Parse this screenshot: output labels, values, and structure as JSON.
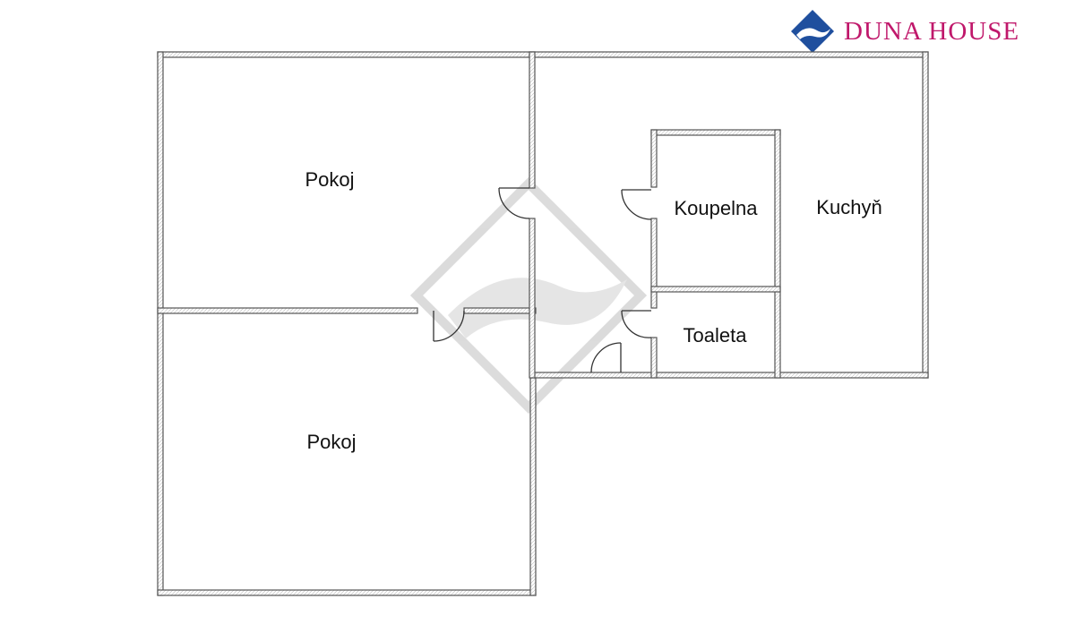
{
  "brand": {
    "name": "DUNA HOUSE",
    "logo_icon": "diamond-wave-logo-icon",
    "color": "#c0186b",
    "mark_color": "#1f4f9e"
  },
  "floor_plan": {
    "rooms": [
      {
        "id": "pokoj-upper",
        "label": "Pokoj"
      },
      {
        "id": "pokoj-lower",
        "label": "Pokoj"
      },
      {
        "id": "koupelna",
        "label": "Koupelna"
      },
      {
        "id": "kuchyn",
        "label": "Kuchyň"
      },
      {
        "id": "toaleta",
        "label": "Toaleta"
      }
    ],
    "wall_color": "#555555",
    "watermark": "duna-house-watermark"
  }
}
